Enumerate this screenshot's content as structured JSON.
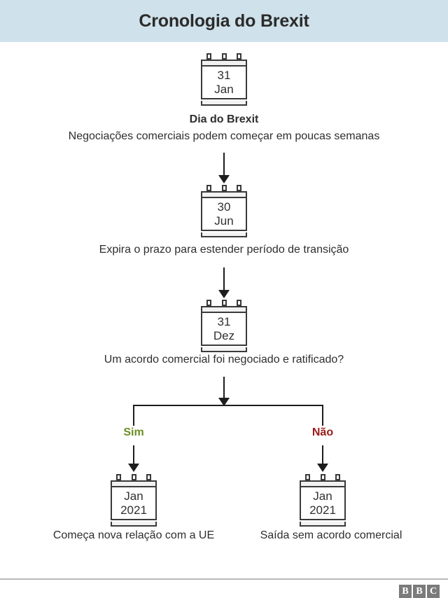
{
  "header": {
    "title": "Cronologia do Brexit",
    "background": "#cfe1ea"
  },
  "colors": {
    "yes": "#6b8e23",
    "no": "#9b1b1b",
    "line": "#1d1d1d",
    "text": "#2e2e2e"
  },
  "nodes": {
    "brexit_day": {
      "calendar_day": "31",
      "calendar_month": "Jan",
      "title": "Dia do Brexit",
      "description": "Negociações comerciais podem começar em poucas semanas"
    },
    "extension_deadline": {
      "calendar_day": "30",
      "calendar_month": "Jun",
      "description": "Expira o prazo para estender período de transição"
    },
    "decision": {
      "calendar_day": "31",
      "calendar_month": "Dez",
      "description": "Um acordo comercial foi negociado e ratificado?"
    },
    "yes_branch": {
      "label": "Sim",
      "calendar_day": "Jan",
      "calendar_month": "2021",
      "description": "Começa nova relação com a UE"
    },
    "no_branch": {
      "label": "Não",
      "calendar_day": "Jan",
      "calendar_month": "2021",
      "description": "Saída sem acordo comercial"
    }
  },
  "footer": {
    "logo": [
      "B",
      "B",
      "C"
    ]
  }
}
